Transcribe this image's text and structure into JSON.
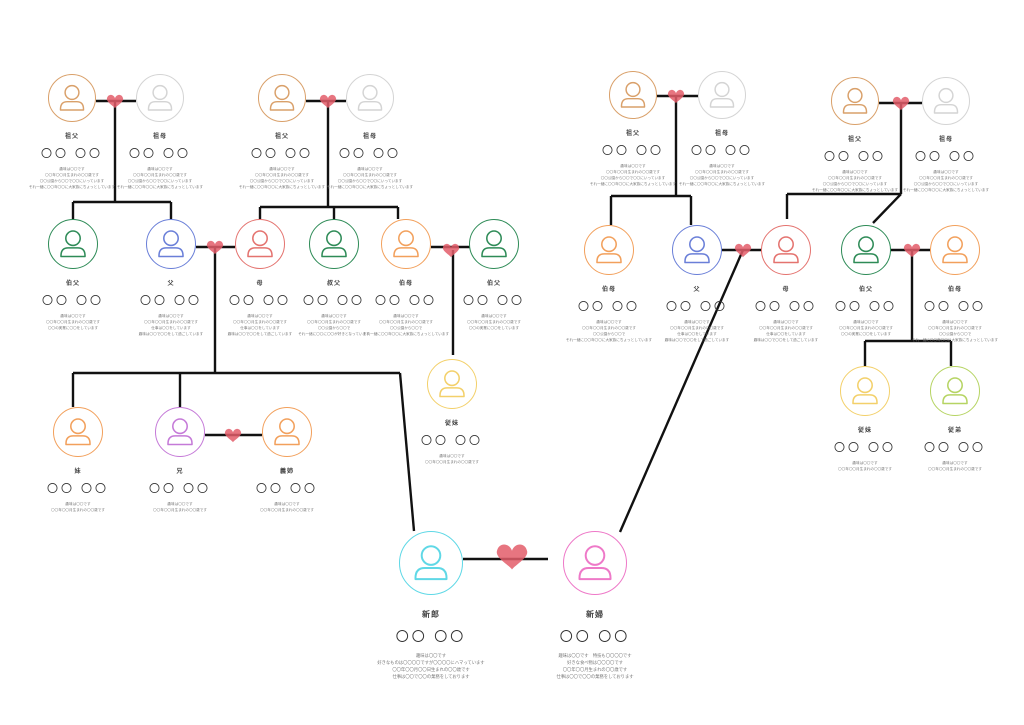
{
  "colors": {
    "brown": "#d9a06a",
    "gray": "#d4d4d4",
    "green": "#2e8b57",
    "blue": "#6a7fd8",
    "red": "#e4736f",
    "orange": "#f2a05c",
    "yellow": "#f3d06a",
    "purple": "#c57ad8",
    "cyan": "#5fd8e6",
    "pink": "#ee79c8",
    "lime": "#b6d463",
    "heart": "#e35d6a",
    "line": "#111111"
  },
  "people": [
    {
      "id": "p1",
      "role": "祖父",
      "name": "〇〇 〇〇",
      "color": "brown",
      "bio": "趣味は〇〇です\n〇〇年〇〇月生まれの〇〇歳です\n〇〇公園から〇〇で〇〇にいっています\nそれ一緒に〇〇年〇〇に大家族にちょっとしています"
    },
    {
      "id": "p2",
      "role": "祖母",
      "name": "〇〇 〇〇",
      "color": "gray",
      "bio": "趣味は〇〇です\n〇〇年〇〇月生まれの〇〇歳です\n〇〇公園から〇〇で〇〇にいっています\nそれ一緒に〇〇年〇〇に大家族にちょっとしています"
    },
    {
      "id": "p3",
      "role": "祖父",
      "name": "〇〇 〇〇",
      "color": "brown",
      "bio": "趣味は〇〇です\n〇〇年〇〇月生まれの〇〇歳です\n〇〇公園から〇〇で〇〇にいっています\nそれ一緒に〇〇年〇〇に大家族にちょっとしています"
    },
    {
      "id": "p4",
      "role": "祖母",
      "name": "〇〇 〇〇",
      "color": "gray",
      "bio": "趣味は〇〇です\n〇〇年〇〇月生まれの〇〇歳です\n〇〇公園から〇〇で〇〇にいっています\nそれ一緒に〇〇年〇〇に大家族にちょっとしています"
    },
    {
      "id": "p5",
      "role": "伯父",
      "name": "〇〇 〇〇",
      "color": "green",
      "bio": "趣味は〇〇です\n〇〇年〇〇月生まれの〇〇歳です\n〇〇の実業に〇〇をしています"
    },
    {
      "id": "p6",
      "role": "父",
      "name": "〇〇 〇〇",
      "color": "blue",
      "bio": "趣味は〇〇です\n〇〇年〇〇月生まれの〇〇歳です\n仕事は〇〇をしています\n趣味は〇〇で〇〇をして過ごしています"
    },
    {
      "id": "p7",
      "role": "母",
      "name": "〇〇 〇〇",
      "color": "red",
      "bio": "趣味は〇〇です\n〇〇年〇〇月生まれの〇〇歳です\n仕事は〇〇をしています\n趣味は〇〇で〇〇をして過ごしています"
    },
    {
      "id": "p8",
      "role": "叔父",
      "name": "〇〇 〇〇",
      "color": "green",
      "bio": "趣味は〇〇です\n〇〇年〇〇月生まれの〇〇歳です\n〇〇公園から〇〇で\nそれ一緒に〇〇に〇〇が好きとなっています"
    },
    {
      "id": "p9",
      "role": "伯母",
      "name": "〇〇 〇〇",
      "color": "orange",
      "bio": "趣味は〇〇です\n〇〇年〇〇月生まれの〇〇歳です\n〇〇公園から〇〇で\nそれ一緒に〇〇年〇〇に大家族にちょっとしています"
    },
    {
      "id": "p10",
      "role": "伯父",
      "name": "〇〇 〇〇",
      "color": "green",
      "bio": "趣味は〇〇です\n〇〇年〇〇月生まれの〇〇歳です\n〇〇の実業に〇〇をしています"
    },
    {
      "id": "p11",
      "role": "従妹",
      "name": "〇〇 〇〇",
      "color": "yellow",
      "bio": "趣味は〇〇です\n〇〇年〇〇月生まれの〇〇歳です"
    },
    {
      "id": "p12",
      "role": "妹",
      "name": "〇〇 〇〇",
      "color": "orange",
      "bio": "趣味は〇〇です\n〇〇年〇〇月生まれの〇〇歳です"
    },
    {
      "id": "p13",
      "role": "兄",
      "name": "〇〇 〇〇",
      "color": "purple",
      "bio": "趣味は〇〇です\n〇〇年〇〇月生まれの〇〇歳です"
    },
    {
      "id": "p14",
      "role": "義姉",
      "name": "〇〇 〇〇",
      "color": "orange",
      "bio": "趣味は〇〇です\n〇〇年〇〇月生まれの〇〇歳です"
    },
    {
      "id": "p15",
      "role": "新郎",
      "name": "〇〇 〇〇",
      "color": "cyan",
      "bio": "趣味は〇〇です\n好きなものは〇〇〇〇ですが〇〇〇〇にハマっています\n〇〇年〇〇月〇〇日生まれの〇〇歳です\n仕事は〇〇で〇〇の業務をしております"
    },
    {
      "id": "p16",
      "role": "新婦",
      "name": "〇〇 〇〇",
      "color": "pink",
      "bio": "趣味は〇〇です　特技も〇〇〇〇です\n好きな食べ物は〇〇〇〇です\n〇〇年〇〇月生まれの〇〇歳です\n仕事は〇〇で〇〇の業務をしております"
    },
    {
      "id": "p17",
      "role": "祖父",
      "name": "〇〇 〇〇",
      "color": "brown",
      "bio": "趣味は〇〇です\n〇〇年〇〇月生まれの〇〇歳です\n〇〇公園から〇〇で〇〇にいっています\nそれ一緒に〇〇年〇〇に大家族にちょっとしています"
    },
    {
      "id": "p18",
      "role": "祖母",
      "name": "〇〇 〇〇",
      "color": "gray",
      "bio": "趣味は〇〇です\n〇〇年〇〇月生まれの〇〇歳です\n〇〇公園から〇〇で〇〇にいっています\nそれ一緒に〇〇年〇〇に大家族にちょっとしています"
    },
    {
      "id": "p19",
      "role": "祖父",
      "name": "〇〇 〇〇",
      "color": "brown",
      "bio": "趣味は〇〇です\n〇〇年〇〇月生まれの〇〇歳です\n〇〇公園から〇〇で〇〇にいっています\nそれ一緒に〇〇年〇〇に大家族にちょっとしています"
    },
    {
      "id": "p20",
      "role": "祖母",
      "name": "〇〇 〇〇",
      "color": "gray",
      "bio": "趣味は〇〇です\n〇〇年〇〇月生まれの〇〇歳です\n〇〇公園から〇〇で〇〇にいっています\nそれ一緒に〇〇年〇〇に大家族にちょっとしています"
    },
    {
      "id": "p21",
      "role": "伯母",
      "name": "〇〇 〇〇",
      "color": "orange",
      "bio": "趣味は〇〇です\n〇〇年〇〇月生まれの〇〇歳です\n〇〇公園から〇〇で\nそれ一緒に〇〇年〇〇に大家族にちょっとしています"
    },
    {
      "id": "p22",
      "role": "父",
      "name": "〇〇 〇〇",
      "color": "blue",
      "bio": "趣味は〇〇です\n〇〇年〇〇月生まれの〇〇歳です\n仕事は〇〇をしています\n趣味は〇〇で〇〇をして過ごしています"
    },
    {
      "id": "p23",
      "role": "母",
      "name": "〇〇 〇〇",
      "color": "red",
      "bio": "趣味は〇〇です\n〇〇年〇〇月生まれの〇〇歳です\n仕事は〇〇をしています\n趣味は〇〇で〇〇をして過ごしています"
    },
    {
      "id": "p24",
      "role": "伯父",
      "name": "〇〇 〇〇",
      "color": "green",
      "bio": "趣味は〇〇です\n〇〇年〇〇月生まれの〇〇歳です\n〇〇の実業に〇〇をしています"
    },
    {
      "id": "p25",
      "role": "伯母",
      "name": "〇〇 〇〇",
      "color": "orange",
      "bio": "趣味は〇〇です\n〇〇年〇〇月生まれの〇〇歳です\n〇〇公園から〇〇で\nそれ一緒に〇〇年〇〇に大家族にちょっとしています"
    },
    {
      "id": "p26",
      "role": "従妹",
      "name": "〇〇 〇〇",
      "color": "yellow",
      "bio": "趣味は〇〇です\n〇〇年〇〇月生まれの〇〇歳です"
    },
    {
      "id": "p27",
      "role": "従弟",
      "name": "〇〇 〇〇",
      "color": "lime",
      "bio": "趣味は〇〇です\n〇〇年〇〇月生まれの〇〇歳です"
    }
  ]
}
